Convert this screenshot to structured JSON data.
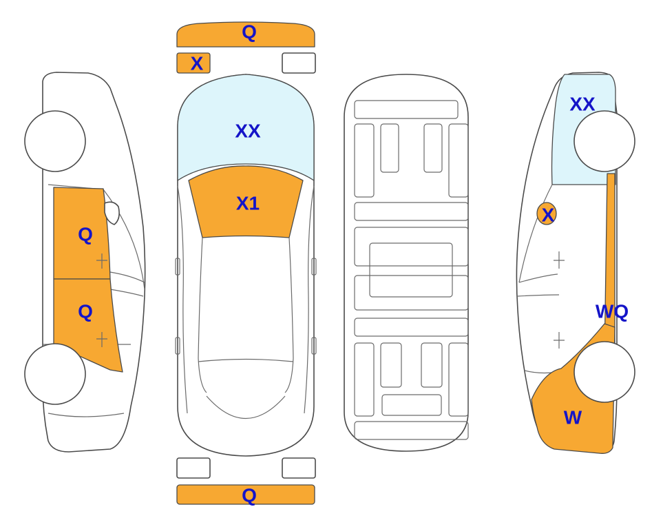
{
  "colors": {
    "damage": "#f7a832",
    "glass": "#ddf5fb",
    "label": "#1414c8",
    "outline": "#4a4a4a",
    "body": "#ffffff"
  },
  "markings": {
    "front_bumper": "Q",
    "front_left_corner": "X",
    "windshield": "XX",
    "hood": "X1",
    "left_front_door": "Q",
    "left_rear_door": "Q",
    "right_rear_glass": "XX",
    "right_mirror": "X",
    "right_pillar": "WQ",
    "right_front_fender": "W",
    "rear_bumper": "Q"
  }
}
